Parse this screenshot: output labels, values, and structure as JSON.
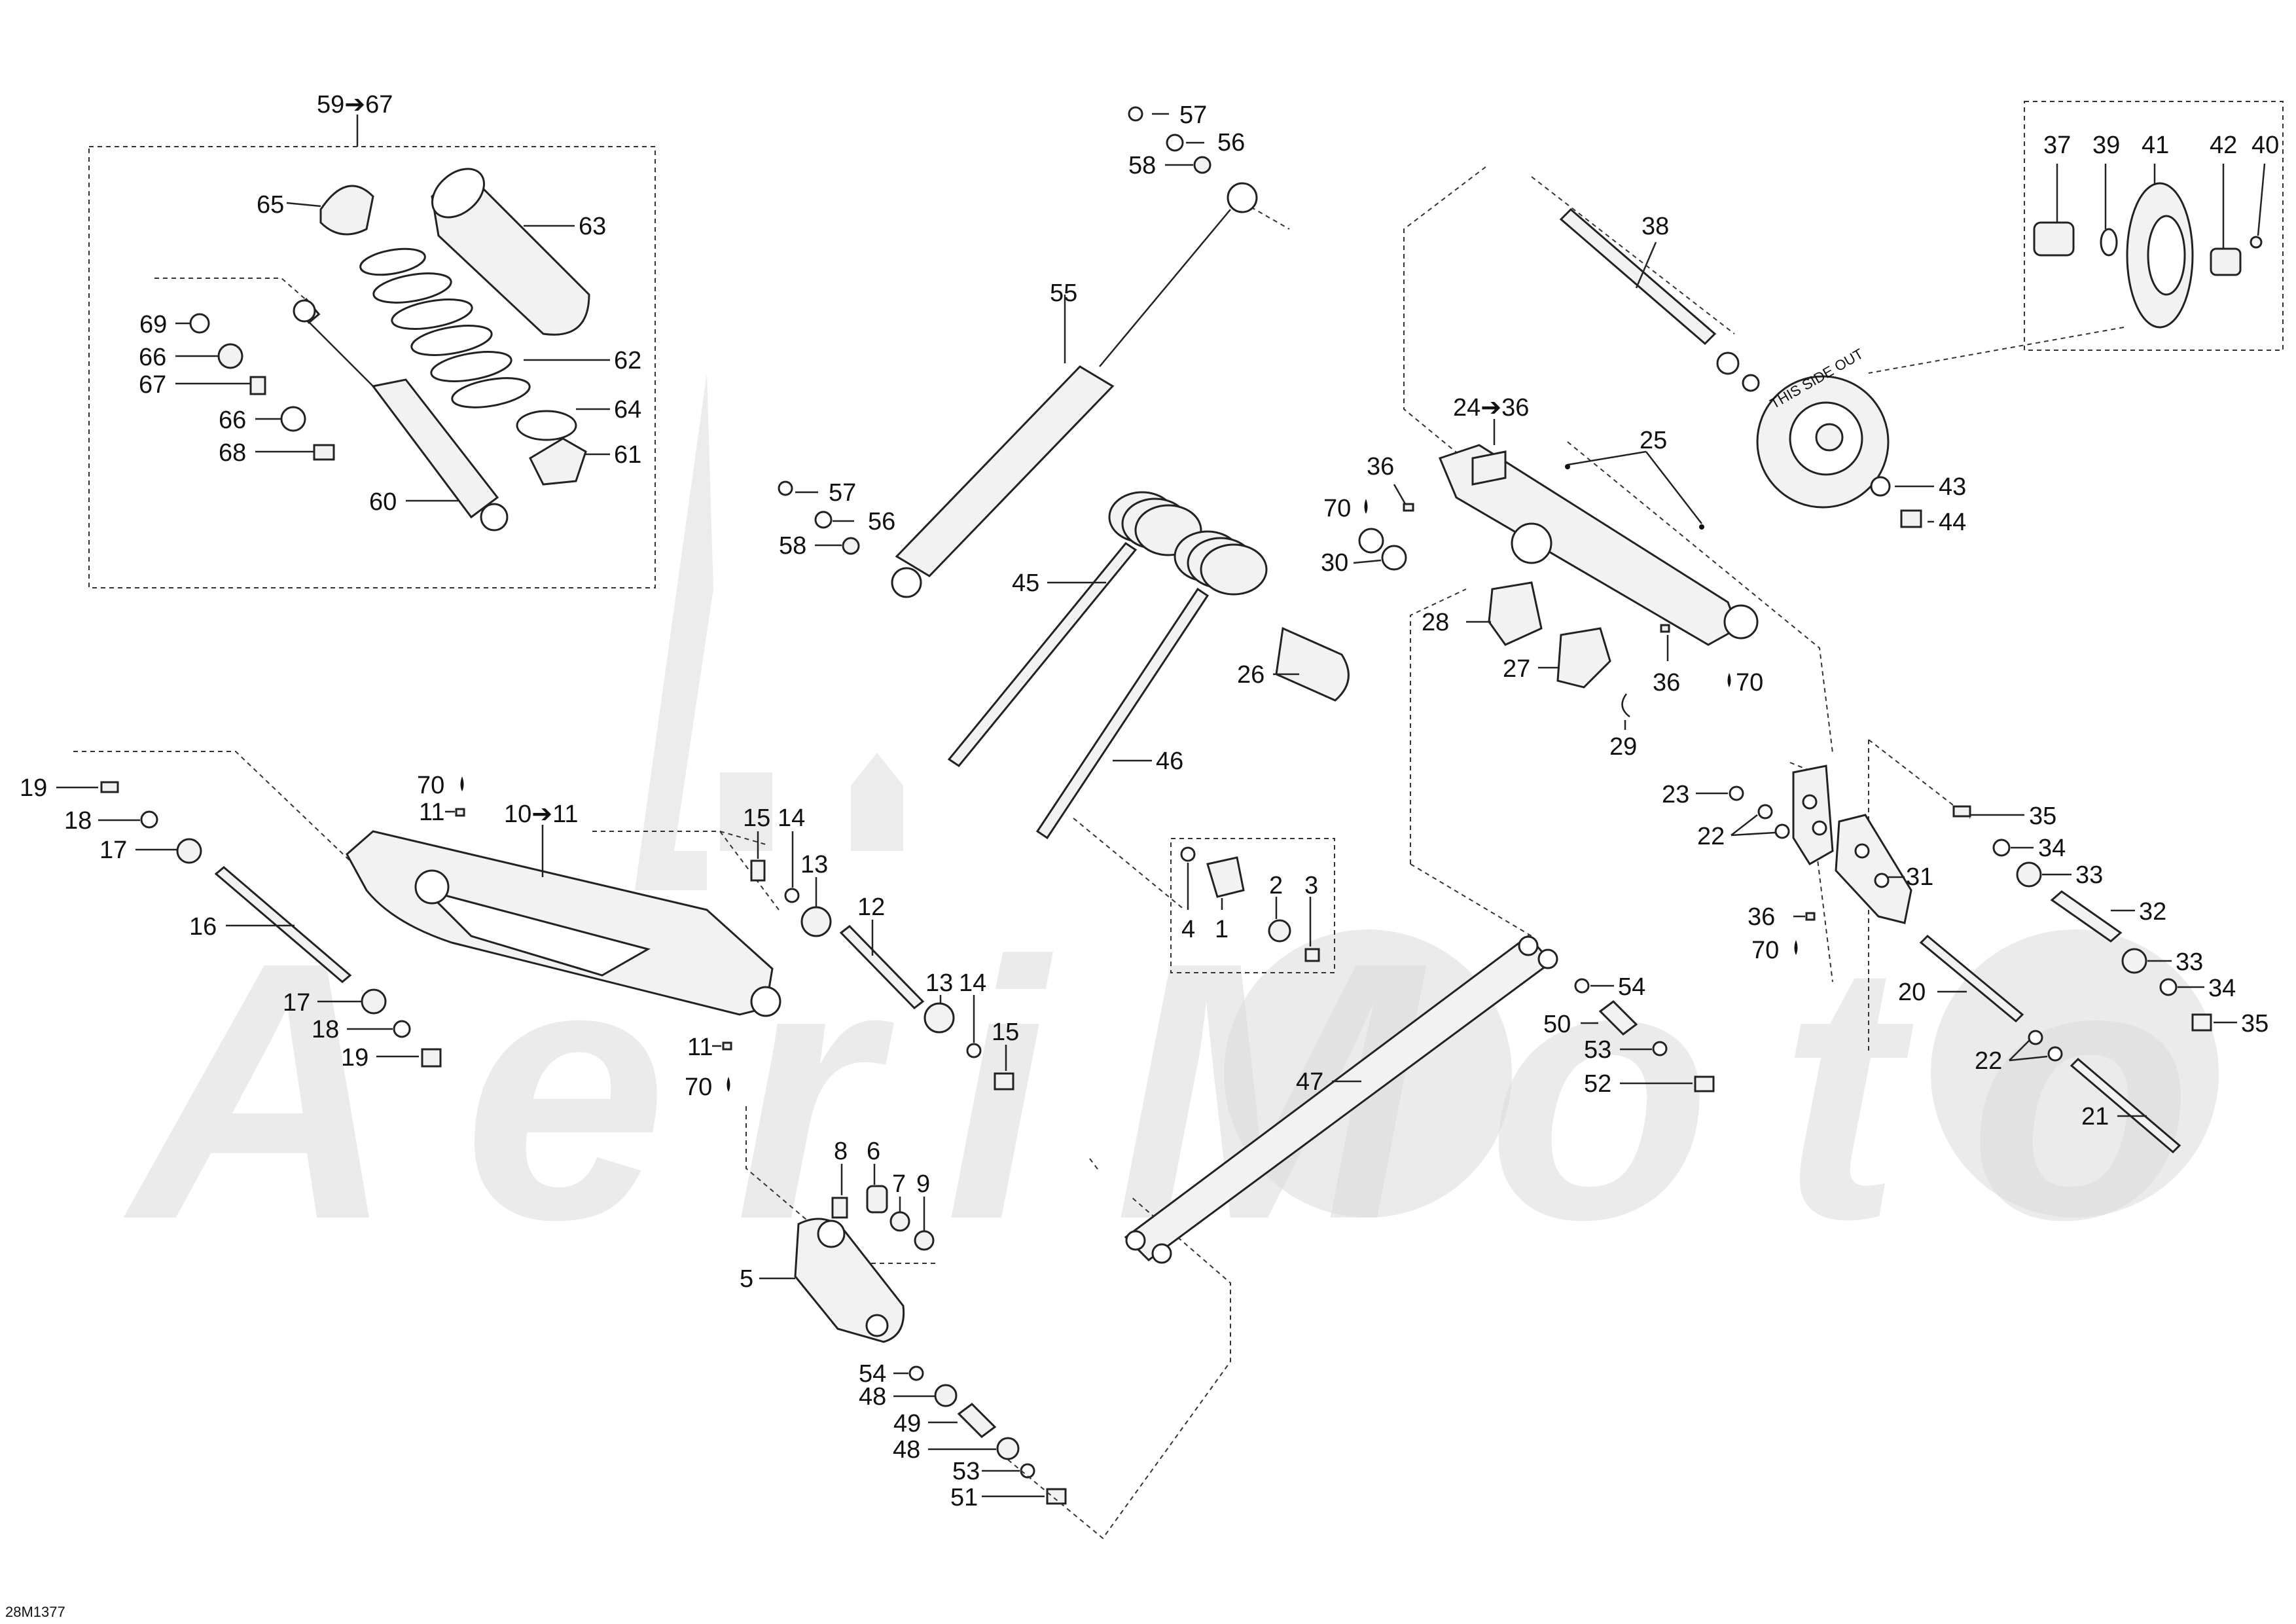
{
  "diagram": {
    "reference_code": "28M1377",
    "callouts": {
      "c59_67": "59➔67",
      "c65": "65",
      "c63": "63",
      "c69": "69",
      "c66a": "66",
      "c67": "67",
      "c62": "62",
      "c64": "64",
      "c66b": "66",
      "c68": "68",
      "c61": "61",
      "c60": "60",
      "c57a": "57",
      "c56a": "56",
      "c58a": "58",
      "c55": "55",
      "c57b": "57",
      "c56b": "56",
      "c58b": "58",
      "c45": "45",
      "c26": "26",
      "c46": "46",
      "c38": "38",
      "c37": "37",
      "c39": "39",
      "c41": "41",
      "c42": "42",
      "c40": "40",
      "c43": "43",
      "c44": "44",
      "c24_36": "24➔36",
      "c25": "25",
      "c36a": "36",
      "c70a": "70",
      "c30": "30",
      "c28": "28",
      "c27": "27",
      "c36b": "36",
      "c70b": "70",
      "c29": "29",
      "c19a": "19",
      "c18a": "18",
      "c17a": "17",
      "c16": "16",
      "c70c": "70",
      "c11a": "11",
      "c10_11": "10➔11",
      "c17b": "17",
      "c18b": "18",
      "c19b": "19",
      "c11b": "11",
      "c70d": "70",
      "c15a": "15",
      "c14a": "14",
      "c13a": "13",
      "c12": "12",
      "c13b": "13",
      "c14b": "14",
      "c15b": "15",
      "c4": "4",
      "c1": "1",
      "c2": "2",
      "c3": "3",
      "c8": "8",
      "c6": "6",
      "c7": "7",
      "c9": "9",
      "c5": "5",
      "c54a": "54",
      "c48a": "48",
      "c49": "49",
      "c48b": "48",
      "c53a": "53",
      "c51": "51",
      "c47": "47",
      "c54b": "54",
      "c50": "50",
      "c53b": "53",
      "c52": "52",
      "c23": "23",
      "c22a": "22",
      "c31": "31",
      "c36c": "36",
      "c70e": "70",
      "c35a": "35",
      "c34a": "34",
      "c33a": "33",
      "c32": "32",
      "c33b": "33",
      "c34b": "34",
      "c35b": "35",
      "c20": "20",
      "c22b": "22",
      "c21": "21"
    },
    "tire_text": "THIS SIDE OUT",
    "watermark_text": "AeriMoto"
  }
}
